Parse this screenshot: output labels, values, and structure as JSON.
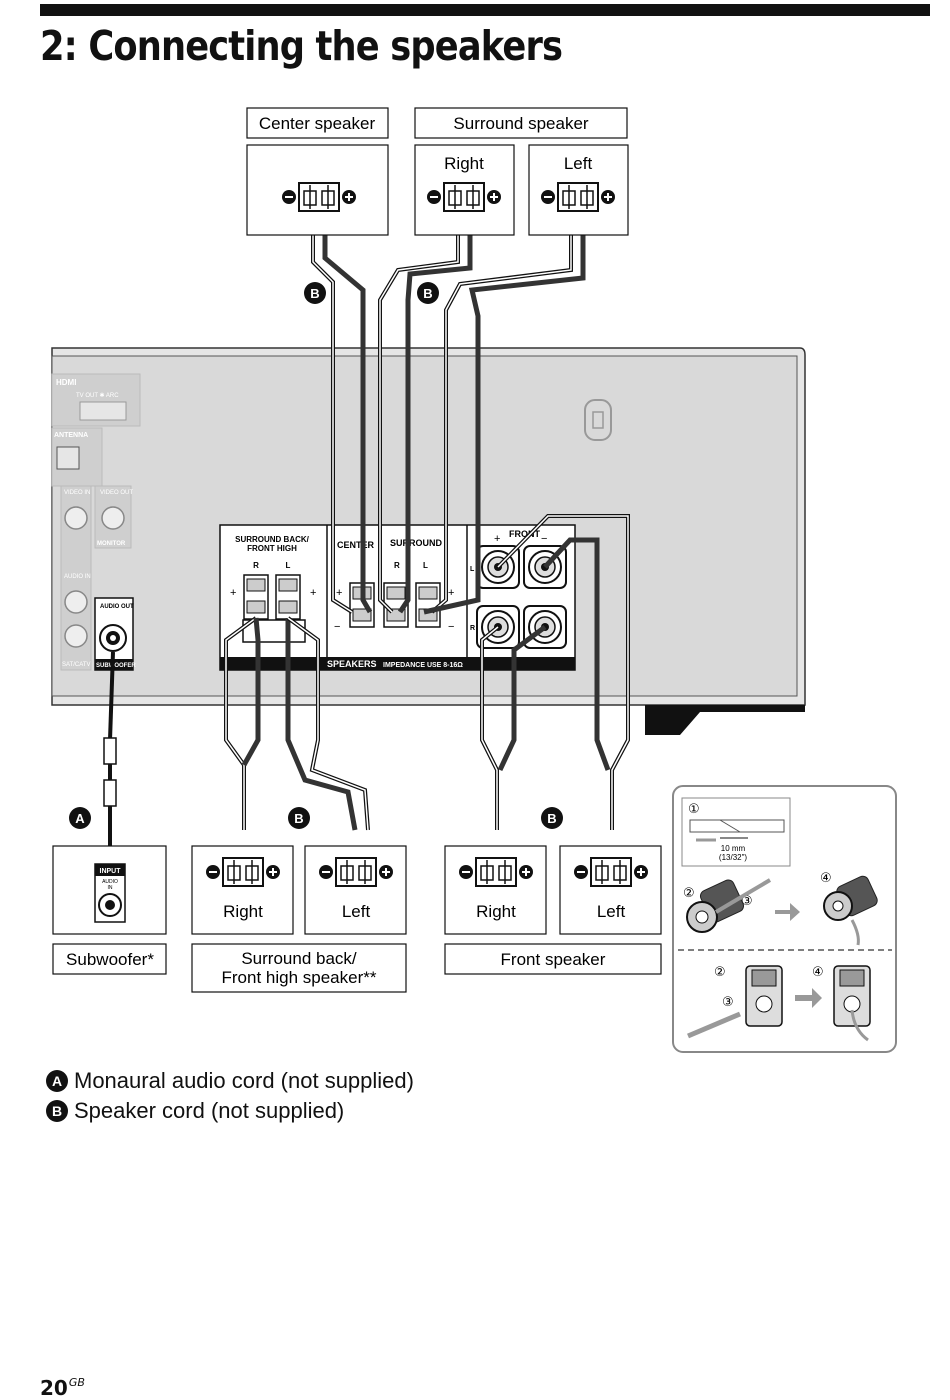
{
  "page": {
    "title": "2: Connecting the speakers",
    "page_number": "20",
    "page_suffix": "GB"
  },
  "speakers": {
    "center_label": "Center speaker",
    "surround_label": "Surround speaker",
    "surround_right": "Right",
    "surround_left": "Left",
    "subwoofer_label": "Subwoofer*",
    "surround_back_label_line1": "Surround back/",
    "surround_back_label_line2": "Front high speaker**",
    "surround_back_right": "Right",
    "surround_back_left": "Left",
    "front_label": "Front speaker",
    "front_right": "Right",
    "front_left": "Left"
  },
  "receiver": {
    "hdmi": "HDMI",
    "tv_out_arc": "TV OUT ✱ ARC",
    "antenna": "ANTENNA",
    "video_in": "VIDEO IN",
    "video_out": "VIDEO OUT",
    "monitor": "MONITOR",
    "audio_in": "AUDIO IN",
    "sat_catv": "SAT/CATV",
    "audio_out": "AUDIO OUT",
    "subwoofer_jack": "SUBWOOFER",
    "surround_back_front_high_1": "SURROUND BACK/",
    "surround_back_front_high_2": "FRONT HIGH",
    "center": "CENTER",
    "surround": "SURROUND",
    "front": "FRONT",
    "r": "R",
    "l": "L",
    "speakers": "SPEAKERS",
    "impedance": "IMPEDANCE USE 8-16Ω",
    "sub_input_1": "INPUT",
    "sub_input_2": "AUDIO",
    "sub_input_3": "IN"
  },
  "badges": {
    "a": "A",
    "b": "B"
  },
  "inset": {
    "step1": "①",
    "step2": "②",
    "step3": "③",
    "step4": "④",
    "strip_length_1": "10 mm",
    "strip_length_2": "(13/32\")"
  },
  "legend": [
    {
      "badge": "A",
      "text": "Monaural audio cord (not supplied)"
    },
    {
      "badge": "B",
      "text": "Speaker cord (not supplied)"
    }
  ]
}
